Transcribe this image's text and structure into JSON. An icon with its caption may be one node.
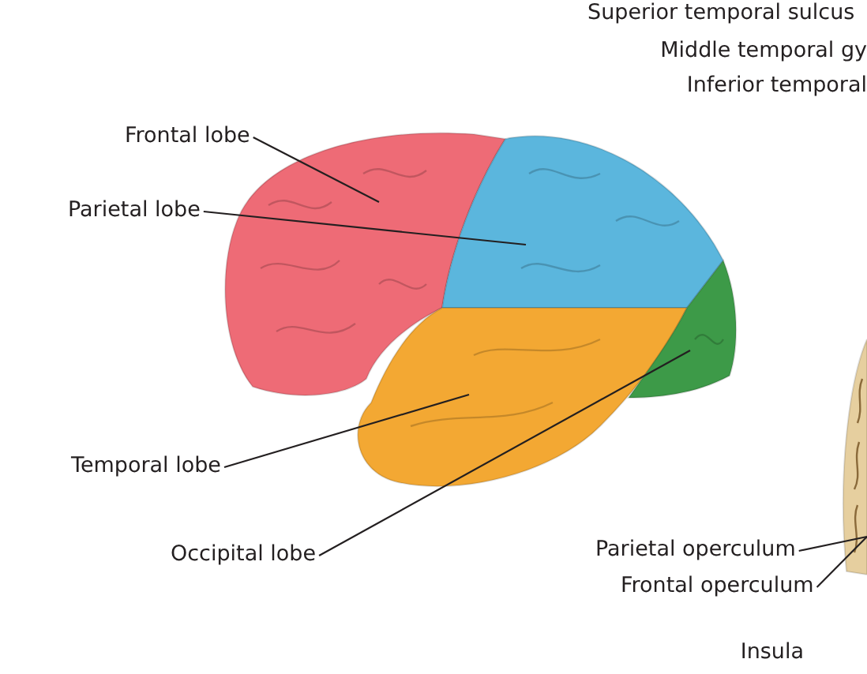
{
  "diagram": {
    "nodes": [
      {
        "text": [
          "Frontal lobe"
        ]
      },
      {
        "text": [
          "Parietal lobe"
        ]
      },
      {
        "text": [
          "Temporal lobe"
        ]
      },
      {
        "text": [
          "Occipital lobe"
        ]
      },
      {
        "text": [
          "Parietal operculum"
        ]
      },
      {
        "text": [
          "Frontal operculum"
        ]
      },
      {
        "text": [],
        "shape": "picture"
      },
      {
        "text": [],
        "shape": "picture"
      },
      {
        "text": [],
        "shape": "picture"
      },
      {
        "text": [],
        "shape": "picture"
      },
      {
        "text": [],
        "shape": "picture"
      }
    ],
    "edges": [
      {
        "from": 0,
        "to": 6,
        "arrow": "none"
      },
      {
        "from": 1,
        "to": 7,
        "arrow": "none"
      },
      {
        "from": 2,
        "to": 8,
        "arrow": "none"
      },
      {
        "from": 3,
        "to": 9,
        "arrow": "none"
      },
      {
        "from": 4,
        "to": 10,
        "arrow": "none"
      },
      {
        "from": 5,
        "to": 10,
        "arrow": "none"
      }
    ],
    "labels": [
      "Superior temporal sulcus",
      "Middle temporal gy",
      "Inferior temporal",
      "Insula"
    ]
  }
}
